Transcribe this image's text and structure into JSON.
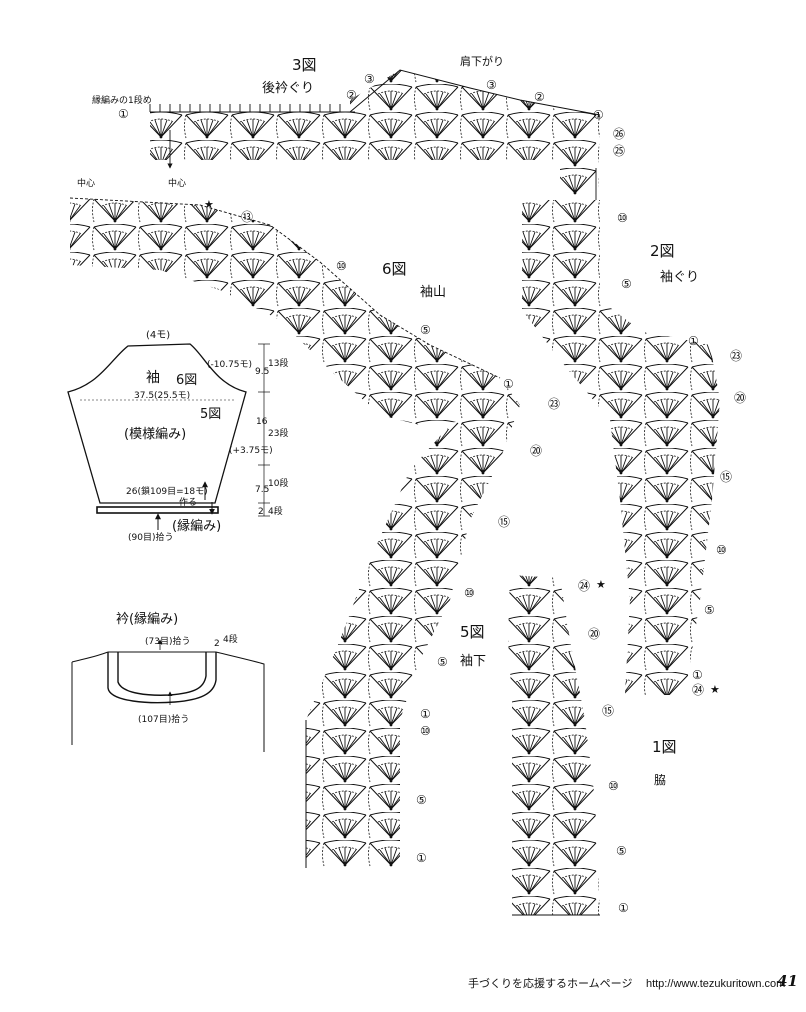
{
  "labels": {
    "fig3_num": "3図",
    "fig3_name": "後衿ぐり",
    "fig3_shoulder": "肩下がり",
    "edge_row1": "縁編みの1段め",
    "center_a": "中心",
    "center_b": "中心",
    "fig6_num": "6図",
    "fig6_name": "袖山",
    "fig2_num": "2図",
    "fig2_name": "袖ぐり",
    "fig5_num": "5図",
    "fig5_name": "袖下",
    "fig1_num": "1図",
    "fig1_name": "脇"
  },
  "sleeve_schematic": {
    "top_width": "(4モ)",
    "title": "袖",
    "fig6": "6図",
    "cap_decrease": "(-10.75モ)",
    "width_line": "37.5(25.5モ)",
    "fig5": "5図",
    "pattern": "(模様編み)",
    "side_increase": "(+3.75モ)",
    "cast_on": "26(鎖109目=18モ)",
    "make": "作る",
    "edging": "(縁編み)",
    "pickup": "(90目)拾う",
    "h1": "9.5",
    "h1_rows": "13段",
    "h2": "16",
    "h2_rows": "23段",
    "h3": "7.5",
    "h3_rows": "10段",
    "h4": "2",
    "h4_rows": "4段"
  },
  "collar_schematic": {
    "title": "衿(縁編み)",
    "back_pickup": "(73目)拾う",
    "front_pickup": "(107目)拾う",
    "height": "2",
    "rows": "4段"
  },
  "row_markers": {
    "fig3": [
      "①",
      "②",
      "③",
      "③",
      "②",
      "①",
      "㉖",
      "㉕"
    ],
    "fig6": [
      "⑬",
      "⑩",
      "⑤",
      "①"
    ],
    "fig5": [
      "㉓",
      "⑳",
      "⑮",
      "⑩",
      "⑤",
      "①",
      "⑩",
      "⑤",
      "①"
    ],
    "fig2": [
      "⑩",
      "⑤",
      "①",
      "㉓",
      "⑳",
      "⑮",
      "⑩",
      "⑤",
      "①",
      "㉔"
    ],
    "fig1": [
      "㉔",
      "⑳",
      "⑮",
      "⑩",
      "⑤",
      "①"
    ]
  },
  "footer": {
    "text": "手づくりを応援するホームページ",
    "url": "http://www.tezukuritown.com",
    "page": "41"
  },
  "colors": {
    "ink": "#111111",
    "paper": "#ffffff"
  }
}
